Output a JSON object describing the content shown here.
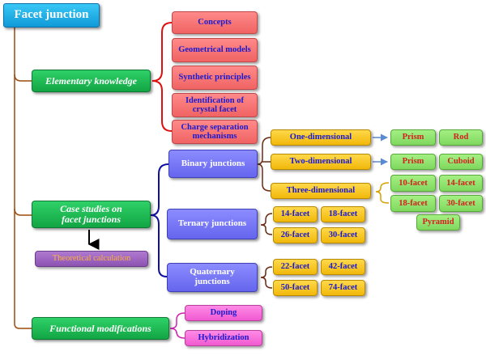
{
  "root": {
    "label": "Facet junction"
  },
  "branches": {
    "elementary": {
      "label": "Elementary knowledge",
      "children": [
        "Concepts",
        "Geometrical models",
        "Synthetic principles",
        "Identification of crystal facet",
        "Charge separation mechanisms"
      ]
    },
    "case_studies": {
      "label": "Case studies on facet junctions",
      "extra": "Theoretical calculation",
      "binary": {
        "label": "Binary junctions",
        "one_dimensional": {
          "label": "One-dimensional",
          "items": [
            "Prism",
            "Rod"
          ]
        },
        "two_dimensional": {
          "label": "Two-dimensional",
          "items": [
            "Prism",
            "Cuboid"
          ]
        },
        "three_dimensional": {
          "label": "Three-dimensional",
          "items": [
            "10-facet",
            "14-facet",
            "18-facet",
            "30-facet",
            "Pyramid"
          ]
        }
      },
      "ternary": {
        "label": "Ternary junctions",
        "items": [
          "14-facet",
          "18-facet",
          "26-facet",
          "30-facet"
        ]
      },
      "quaternary": {
        "label": "Quaternary junctions",
        "items": [
          "22-facet",
          "42-facet",
          "50-facet",
          "74-facet"
        ]
      }
    },
    "functional": {
      "label": "Functional modifications",
      "children": [
        "Doping",
        "Hybridization"
      ]
    }
  },
  "colors": {
    "trunk": "#9c4a0c",
    "elementary_bracket": "#e01010",
    "case_bracket": "#1010a0",
    "brown_bracket": "#6a2a12",
    "yellow_bracket": "#d8a000",
    "arrow_blue": "#5a8ad0",
    "functional_bracket": "#d020b0"
  }
}
